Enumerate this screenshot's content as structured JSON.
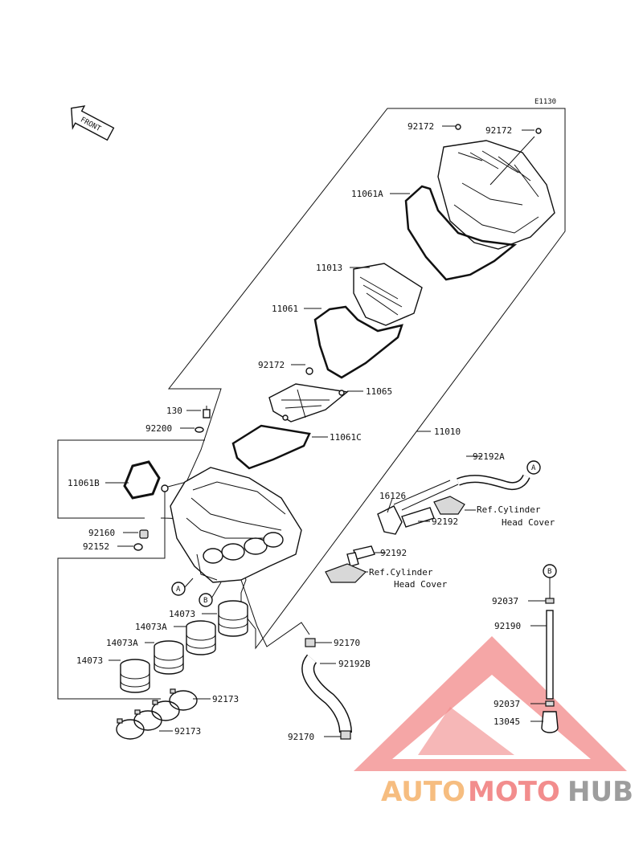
{
  "diagram_code": "E1130",
  "front_label": "FRONT",
  "refs": {
    "a": "A",
    "b": "B"
  },
  "parts": {
    "p92172_top_left": "92172",
    "p92172_top_right": "92172",
    "p11061A": "11061A",
    "p11013": "11013",
    "p11061": "11061",
    "p92172_mid": "92172",
    "p11065": "11065",
    "p130": "130",
    "p92200": "92200",
    "p11061C": "11061C",
    "p11010": "11010",
    "p11061B": "11061B",
    "p92192A": "92192A",
    "p16126": "16126",
    "p92192_upper": "92192",
    "p92160": "92160",
    "p92152": "92152",
    "p92192_lower": "92192",
    "p14073_a": "14073",
    "p14073A_a": "14073A",
    "p14073A_b": "14073A",
    "p14073_b": "14073",
    "p92170_upper": "92170",
    "p92192B": "92192B",
    "p92173_right": "92173",
    "p92173_bottom": "92173",
    "p92170_lower": "92170",
    "p92037_upper": "92037",
    "p92190": "92190",
    "p92037_lower": "92037",
    "p13045": "13045"
  },
  "ref_notes": {
    "upper_line1": "Ref.Cylinder",
    "upper_line2": "Head Cover",
    "lower_line1": "Ref.Cylinder",
    "lower_line2": "Head Cover"
  },
  "watermark": {
    "part1": "AUTO",
    "part2": "MOTO",
    "part3": "HUB",
    "color1": "#f5b26b",
    "color2": "#f07a7a",
    "color3": "#8c8c8c",
    "triangle_color": "#ef6b6b"
  }
}
